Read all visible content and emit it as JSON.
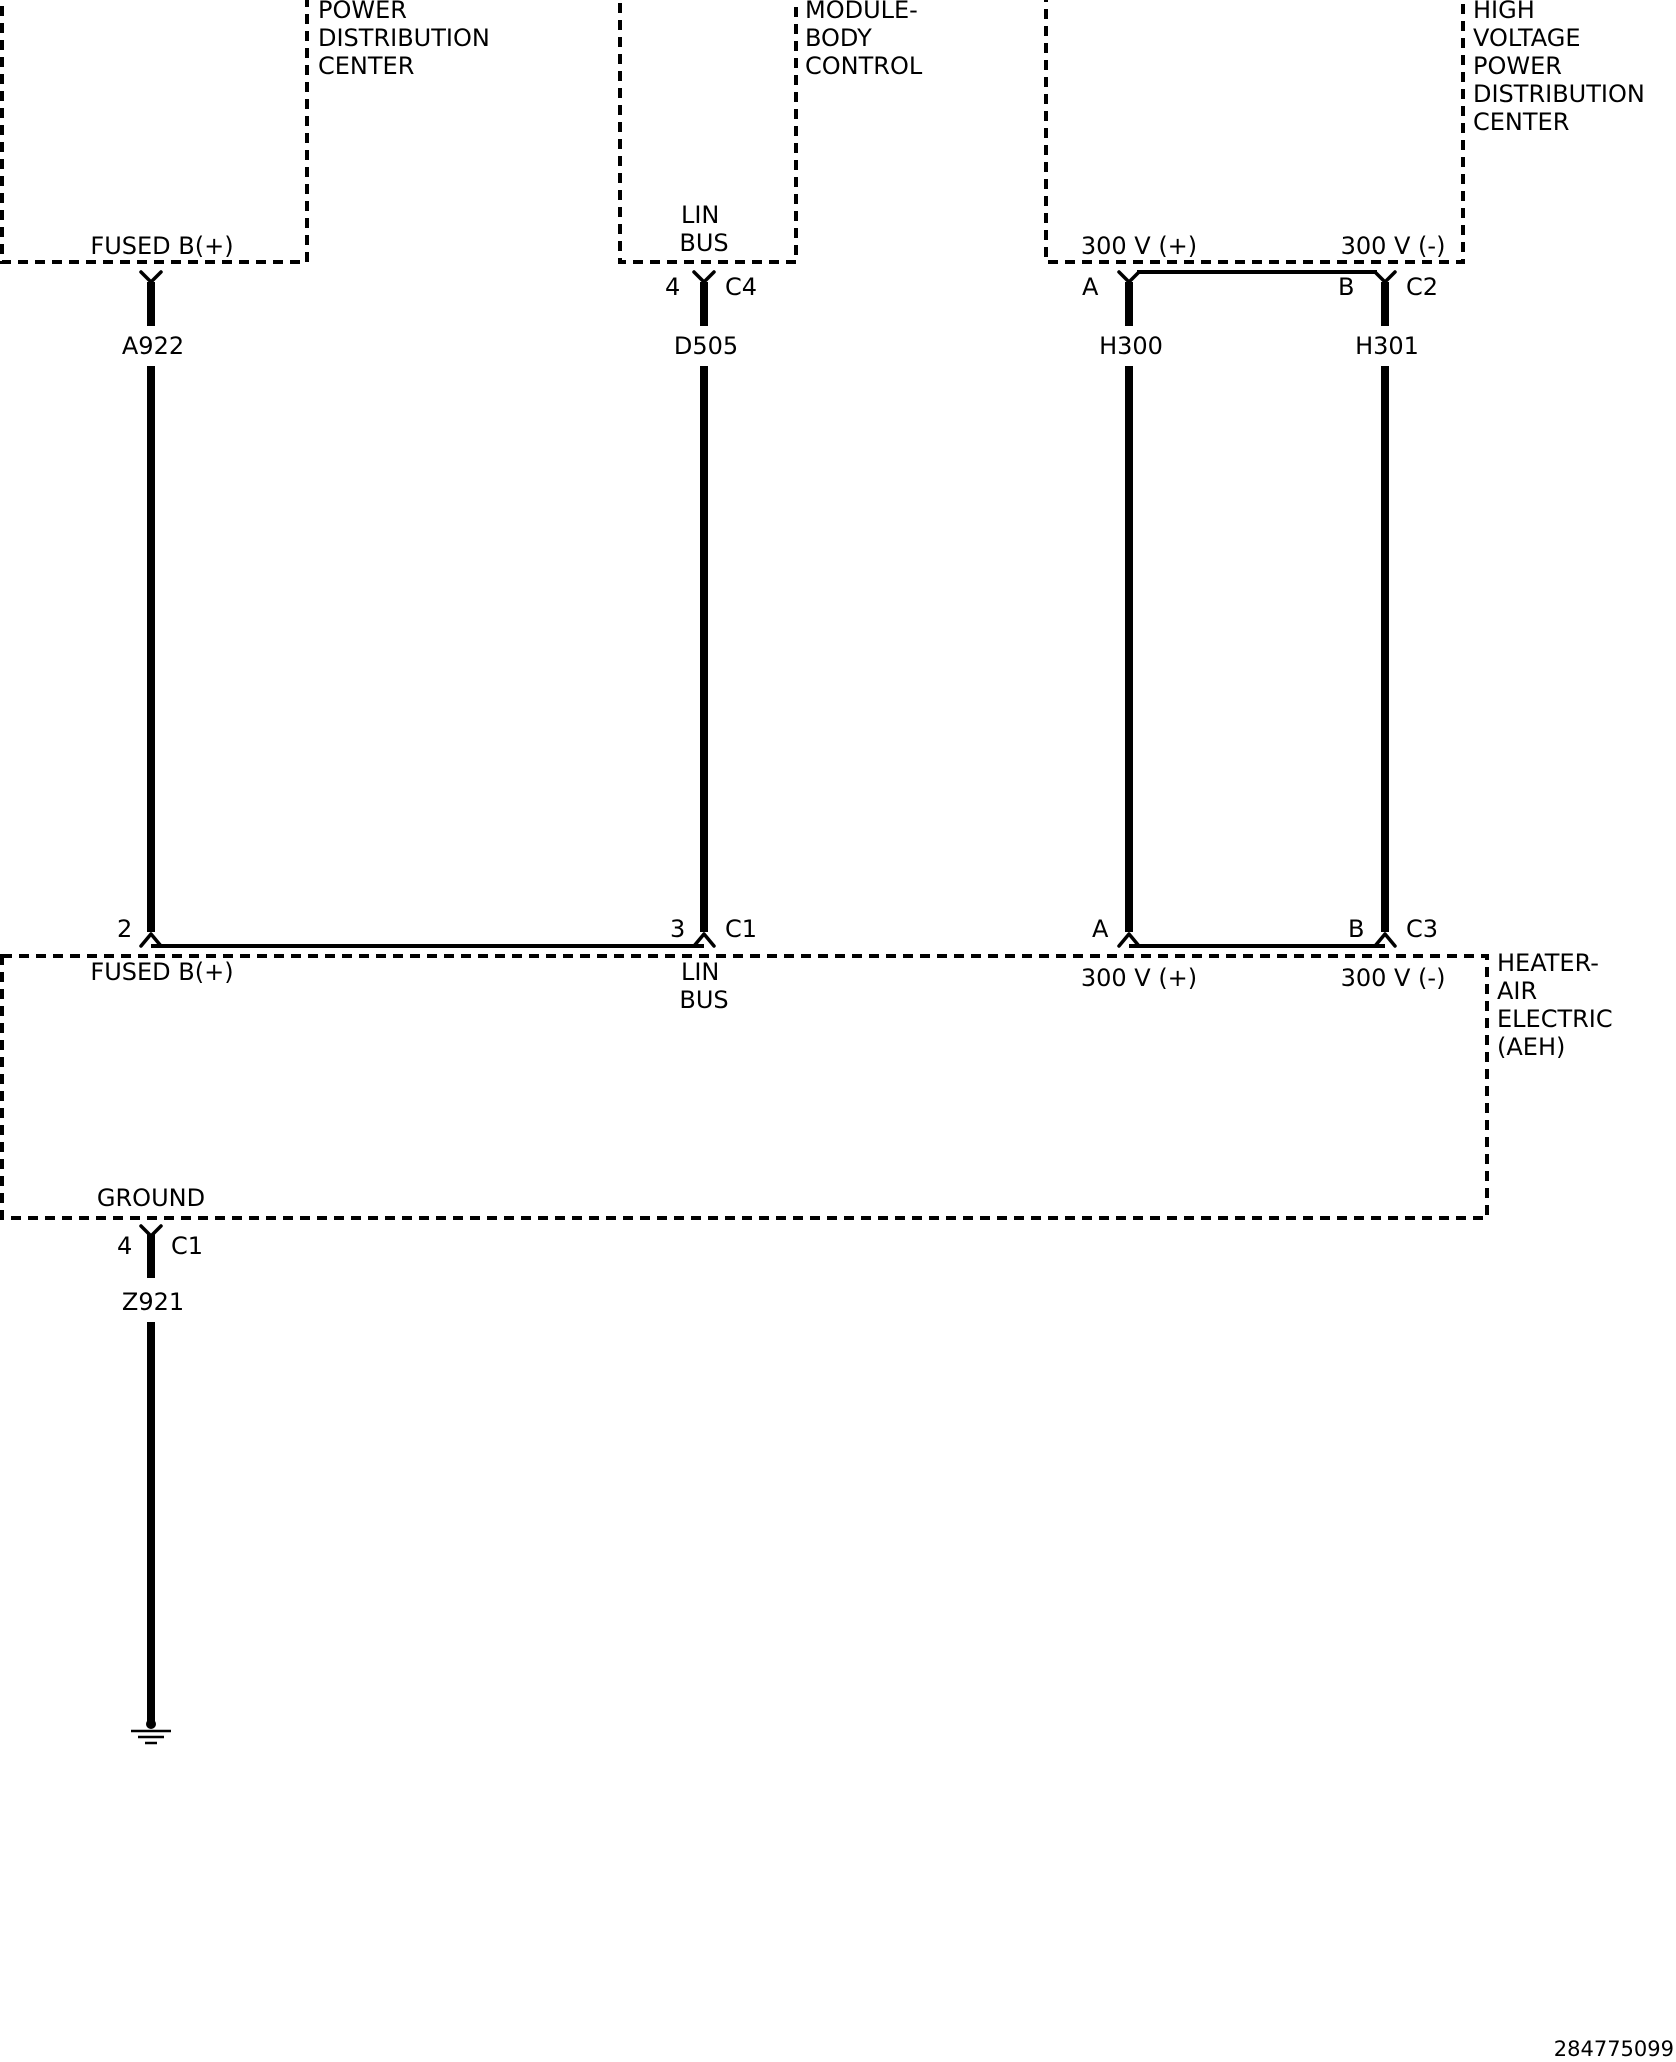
{
  "components": {
    "power_distribution_center": {
      "title_lines": [
        "POWER",
        "DISTRIBUTION",
        "CENTER"
      ],
      "pin": "FUSED B(+)"
    },
    "body_control_module": {
      "title_lines": [
        "MODULE-",
        "BODY",
        "CONTROL"
      ],
      "pin_lines": [
        "LIN",
        "BUS"
      ]
    },
    "hv_power_distribution_center": {
      "title_lines": [
        "HIGH",
        "VOLTAGE",
        "POWER",
        "DISTRIBUTION",
        "CENTER"
      ],
      "pin_pos": "300 V (+)",
      "pin_neg": "300 V (-)"
    },
    "heater_air_electric": {
      "title_lines": [
        "HEATER-",
        "AIR",
        "ELECTRIC",
        "(AEH)"
      ],
      "pin_fused": "FUSED B(+)",
      "pin_lin_lines": [
        "LIN",
        "BUS"
      ],
      "pin_pos": "300 V (+)",
      "pin_neg": "300 V (-)",
      "pin_ground": "GROUND"
    }
  },
  "connectors": {
    "bcm_c4": {
      "pin": "4",
      "connector": "C4"
    },
    "hv_c2": {
      "pin_a": "A",
      "pin_b": "B",
      "connector": "C2"
    },
    "aeh_c1_top": {
      "pin_fused": "2",
      "pin_lin": "3",
      "connector": "C1"
    },
    "aeh_c3": {
      "pin_a": "A",
      "pin_b": "B",
      "connector": "C3"
    },
    "aeh_c1_ground": {
      "pin": "4",
      "connector": "C1"
    }
  },
  "circuits": {
    "a922": "A922",
    "d505": "D505",
    "h300": "H300",
    "h301": "H301",
    "z921": "Z921"
  },
  "figure_id": "284775099"
}
